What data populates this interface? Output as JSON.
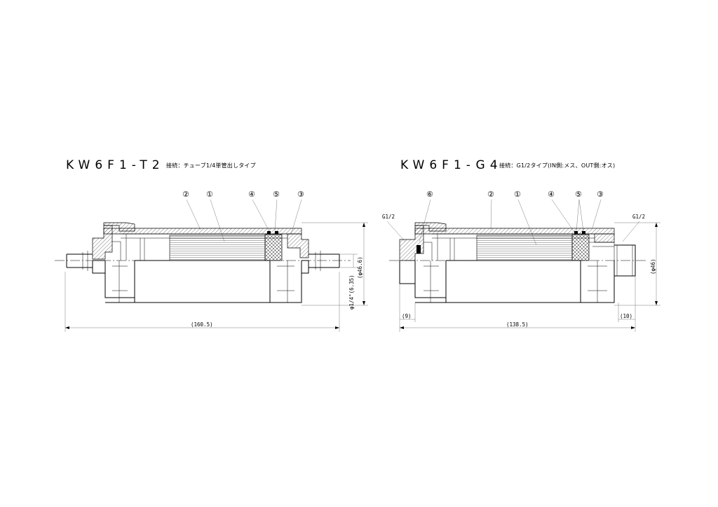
{
  "drawings": {
    "left": {
      "model": "KW6F1-T2",
      "connection": "接続：チューブ1/4単管出しタイプ",
      "balloons": [
        "②",
        "①",
        "④",
        "⑤",
        "③"
      ],
      "dims": {
        "length": "(160.5)",
        "dia_outer": "(φ46.6)",
        "dia_tube": "φ1/4\"(6.35)"
      }
    },
    "right": {
      "model": "KW6F1-G4",
      "connection": "接続：G1/2タイプ(IN側:メス、OUT側:オス)",
      "balloons": [
        "⑥",
        "②",
        "①",
        "④",
        "⑤",
        "③"
      ],
      "port_left": "G1/2",
      "port_right": "G1/2",
      "dims": {
        "length": "(138.5)",
        "left_port": "(9)",
        "right_port": "(10)",
        "dia_outer": "(φ46)"
      }
    }
  }
}
